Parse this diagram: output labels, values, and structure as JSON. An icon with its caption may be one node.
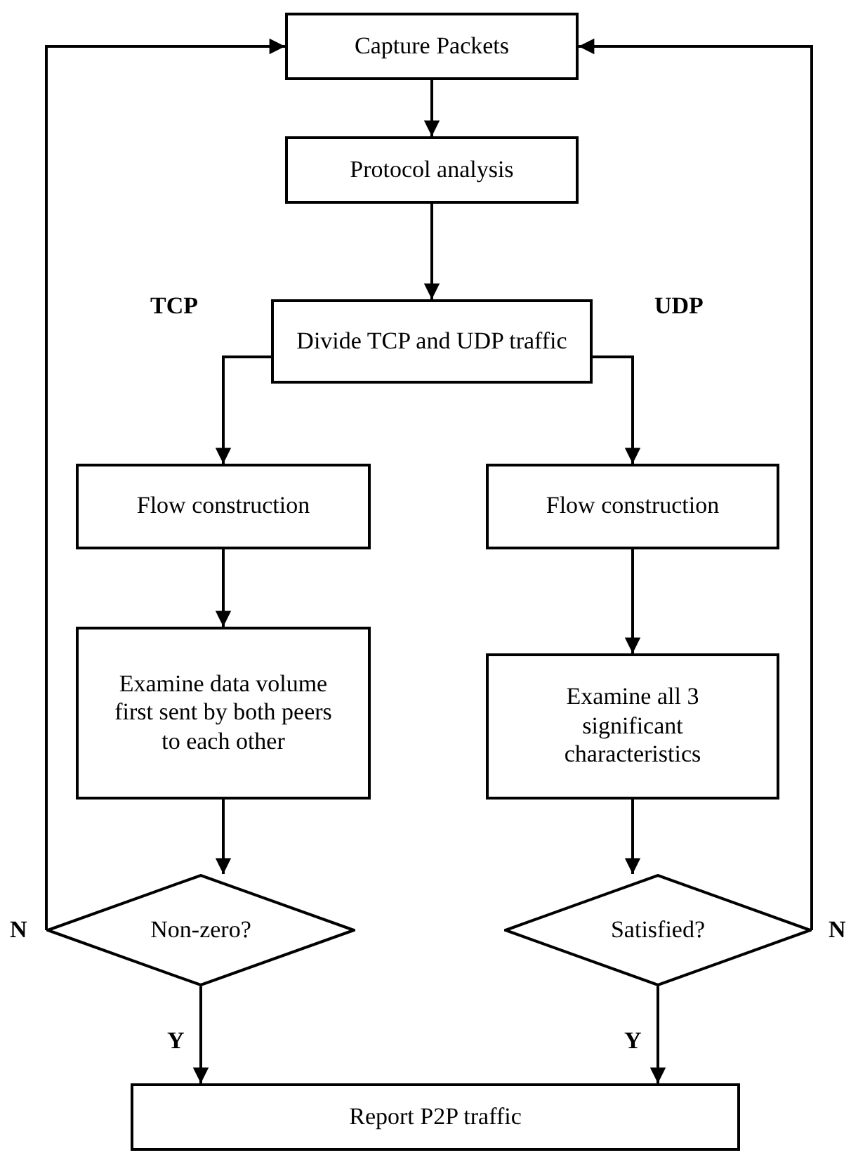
{
  "diagram": {
    "nodes": [
      {
        "text": [
          "Capture Packets"
        ]
      },
      {
        "text": [
          "Protocol analysis"
        ]
      },
      {
        "text": [
          "Divide TCP and UDP traffic"
        ]
      },
      {
        "text": [
          "Flow construction"
        ]
      },
      {
        "text": [
          "Flow construction"
        ]
      },
      {
        "text": [
          "Examine data volume first sent by both peers to each other"
        ]
      },
      {
        "text": [
          "Examine all 3 significant characteristics"
        ]
      },
      {
        "text": [
          "Non-zero?"
        ]
      },
      {
        "text": [
          "Satisfied?"
        ]
      },
      {
        "text": [
          "Report P2P traffic"
        ]
      }
    ],
    "edges": [
      {
        "from": 0,
        "to": 1,
        "arrow": "to"
      },
      {
        "from": 1,
        "to": 2,
        "arrow": "to"
      },
      {
        "from": 2,
        "to": 3,
        "arrow": "to",
        "label": "TCP"
      },
      {
        "from": 2,
        "to": 4,
        "arrow": "to",
        "label": "UDP"
      },
      {
        "from": 3,
        "to": 5,
        "arrow": "to"
      },
      {
        "from": 4,
        "to": 6,
        "arrow": "to"
      },
      {
        "from": 5,
        "to": 7,
        "arrow": "to"
      },
      {
        "from": 6,
        "to": 8,
        "arrow": "to"
      },
      {
        "from": 7,
        "to": 9,
        "arrow": "to",
        "label": "Y"
      },
      {
        "from": 8,
        "to": 9,
        "arrow": "to",
        "label": "Y"
      },
      {
        "from": 7,
        "to": 0,
        "arrow": "to",
        "label": "N"
      },
      {
        "from": 8,
        "to": 0,
        "arrow": "to",
        "label": "N"
      }
    ]
  }
}
